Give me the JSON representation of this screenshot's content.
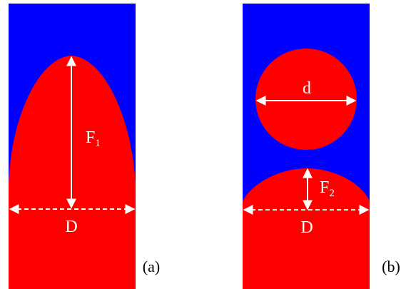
{
  "colors": {
    "fluid_outer": "#0000ff",
    "fluid_inner": "#ff0000",
    "annotation": "#ffffff",
    "caption": "#000000"
  },
  "panel_a": {
    "caption": "(a)",
    "diameter_label": "D",
    "height_label": {
      "base": "F",
      "sub": "1"
    }
  },
  "panel_b": {
    "caption": "(b)",
    "diameter_label": "D",
    "droplet_label": "d",
    "height_label": {
      "base": "F",
      "sub": "2"
    }
  }
}
